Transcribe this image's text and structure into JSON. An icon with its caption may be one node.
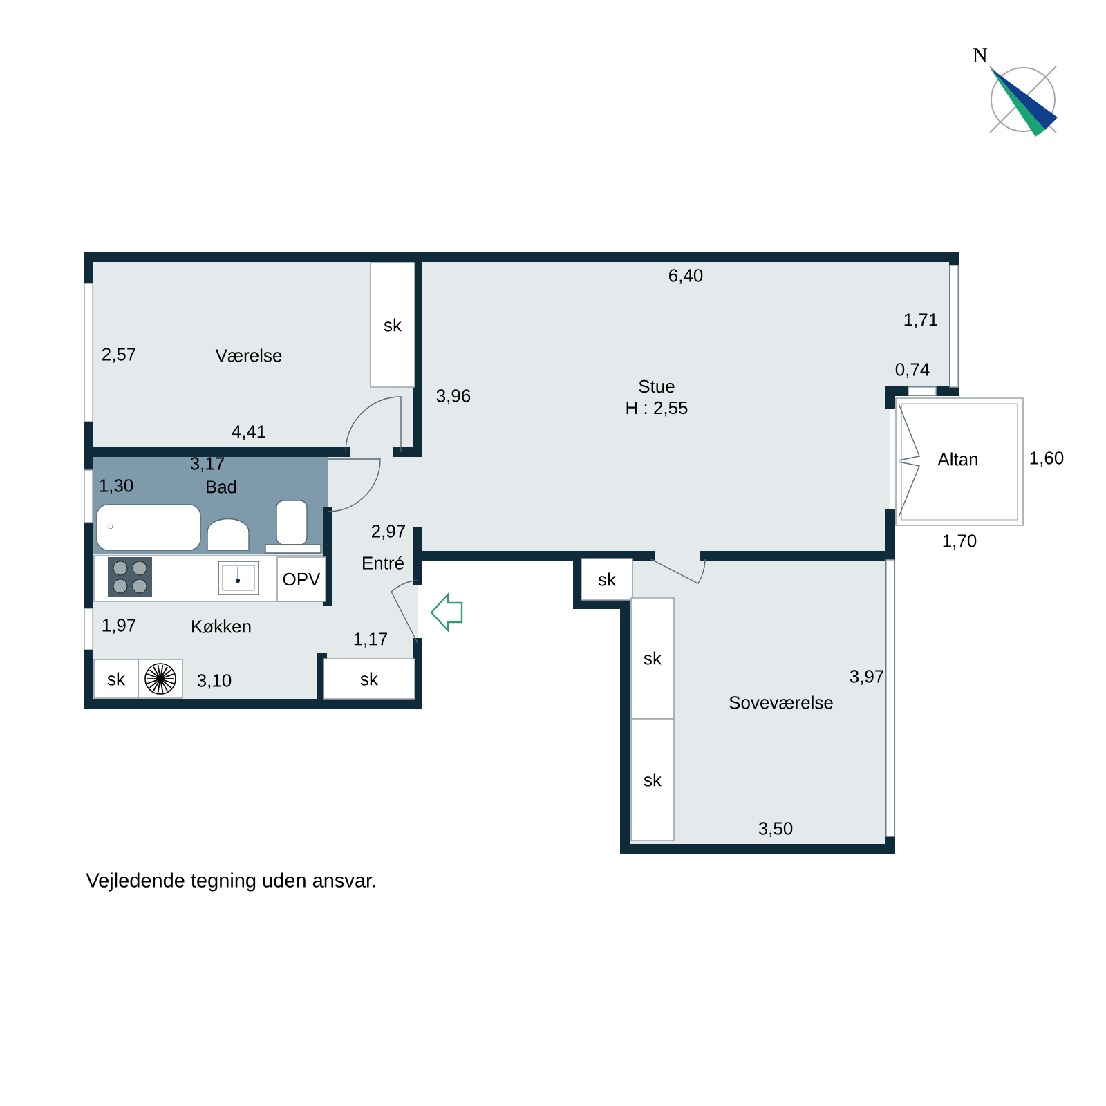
{
  "diagram": {
    "caption": "Vejledende tegning uden ansvar.",
    "nodes": [
      {
        "text": [
          "Værelse"
        ]
      },
      {
        "text": [
          "sk"
        ]
      },
      {
        "text": [
          "Stue",
          "H : 2,55"
        ]
      },
      {
        "text": [
          "Bad"
        ]
      },
      {
        "text": [
          "Entré"
        ]
      },
      {
        "text": [
          "OPV"
        ]
      },
      {
        "text": [
          "Køkken"
        ]
      },
      {
        "text": [
          "sk"
        ]
      },
      {
        "text": [
          "sk"
        ]
      },
      {
        "text": [
          "Altan"
        ]
      },
      {
        "text": [
          "sk"
        ]
      },
      {
        "text": [
          "sk"
        ]
      },
      {
        "text": [
          "sk"
        ]
      },
      {
        "text": [
          "Soveværelse"
        ]
      }
    ],
    "edges": [],
    "labels": [
      "N",
      "6,40",
      "1,71",
      "2,57",
      "0,74",
      "3,96",
      "4,41",
      "3,17",
      "1,60",
      "1,30",
      "2,97",
      "1,70",
      "1,97",
      "1,17",
      "3,97",
      "3,10",
      "3,50"
    ]
  }
}
